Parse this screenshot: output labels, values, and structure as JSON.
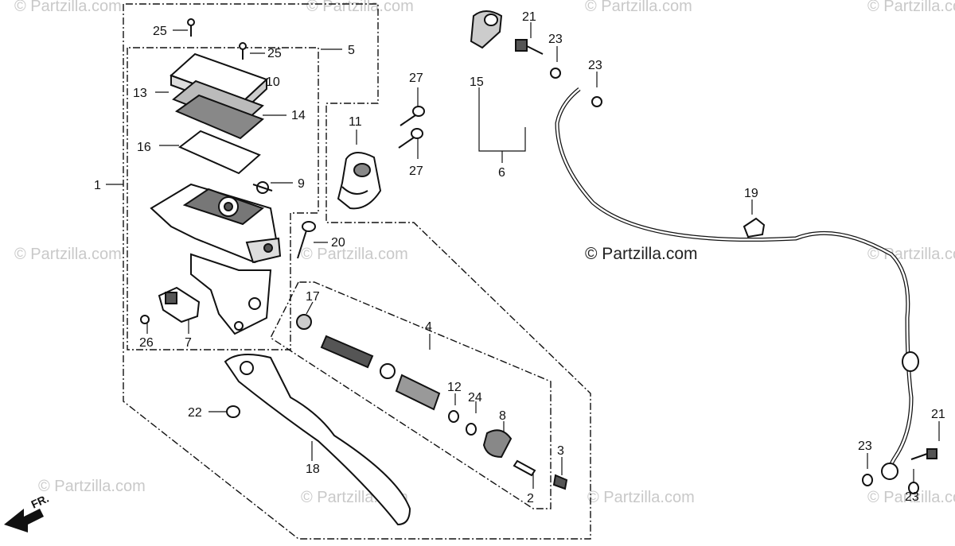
{
  "diagram": {
    "watermark_text": "© Partzilla.com",
    "front_indicator_label": "FR.",
    "callouts": {
      "c1": "1",
      "c2": "2",
      "c3": "3",
      "c4": "4",
      "c5": "5",
      "c6": "6",
      "c7": "7",
      "c8": "8",
      "c9": "9",
      "c10": "10",
      "c11": "11",
      "c12": "12",
      "c13": "13",
      "c14": "14",
      "c15": "15",
      "c16": "16",
      "c17": "17",
      "c18": "18",
      "c19": "19",
      "c20": "20",
      "c21a": "21",
      "c21b": "21",
      "c22": "22",
      "c23a": "23",
      "c23b": "23",
      "c23c": "23",
      "c23d": "23",
      "c24": "24",
      "c25a": "25",
      "c25b": "25",
      "c26": "26",
      "c27a": "27",
      "c27b": "27"
    }
  }
}
